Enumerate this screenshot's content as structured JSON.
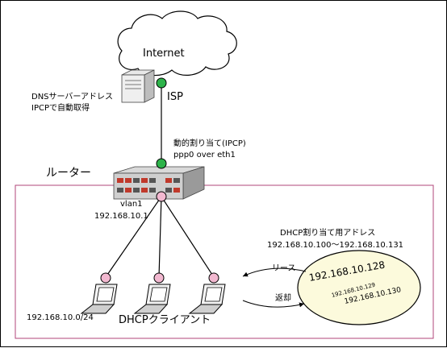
{
  "cloud": {
    "label": "Internet"
  },
  "isp": {
    "label": "ISP"
  },
  "dns_server": {
    "line1": "DNSサーバーアドレス",
    "line2": "IPCPで自動取得"
  },
  "ipcp": {
    "line1": "動的割り当て(IPCP)",
    "line2": "ppp0 over eth1"
  },
  "router": {
    "label": "ルーター"
  },
  "lan_if": {
    "line1": "vlan1",
    "line2": "192.168.10.1"
  },
  "dhcp_pool": {
    "label": "DHCP割り当て用アドレス",
    "range": "192.168.10.100～192.168.10.131",
    "addresses": [
      "192.168.10.128",
      "192.168.10.129",
      "192.168.10.130"
    ]
  },
  "lease_label": "リース",
  "return_label": "返却",
  "subnet": "192.168.10.0/24",
  "clients_label": "DHCPクライアント",
  "colors": {
    "lan_border": "#b0457a",
    "isp_port": "#2db34a",
    "lan_port": "#f2b8d0",
    "pool_fill": "#fcfadc"
  }
}
